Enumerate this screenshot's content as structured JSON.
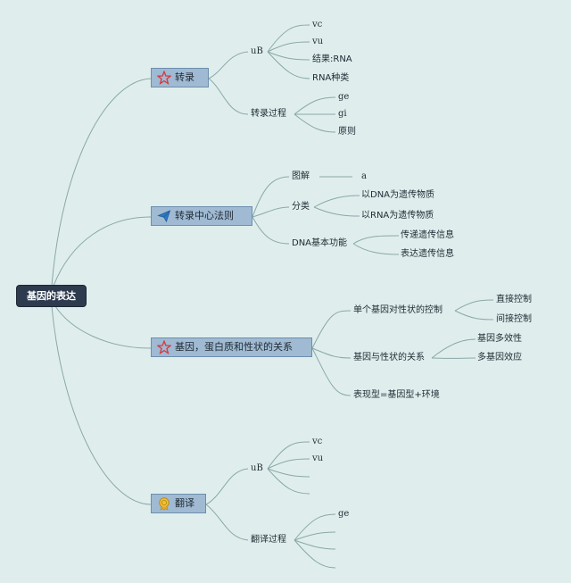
{
  "root": "基因的表达",
  "branches": {
    "zhuanlu": {
      "label": "转录",
      "icon": "star-icon",
      "ub": {
        "label": "uB",
        "items": [
          "vc",
          "vu",
          "结果:RNA",
          "RNA种类"
        ]
      },
      "process": {
        "label": "转录过程",
        "items": [
          "ge",
          "gi",
          "原则"
        ]
      }
    },
    "central": {
      "label": "转录中心法则",
      "icon": "paper-plane-icon",
      "tujie": {
        "label": "图解",
        "value": "a"
      },
      "fenlei": {
        "label": "分类",
        "items": [
          "以DNA为遗传物质",
          "以RNA为遗传物质"
        ]
      },
      "dna": {
        "label": "DNA基本功能",
        "items": [
          "传递遗传信息",
          "表达遗传信息"
        ]
      }
    },
    "gene": {
      "label": "基因，蛋白质和性状的关系",
      "icon": "star-icon",
      "control": {
        "label": "单个基因对性状的控制",
        "items": [
          "直接控制",
          "间接控制"
        ]
      },
      "relation": {
        "label": "基因与性状的关系",
        "items": [
          "基因多效性",
          "多基因效应"
        ]
      },
      "phenotype": "表现型=基因型+环境"
    },
    "fanyi": {
      "label": "翻译",
      "icon": "medal-icon",
      "ub": {
        "label": "uB",
        "items": [
          "vc",
          "vu"
        ]
      },
      "process": {
        "label": "翻译过程",
        "items": [
          "ge"
        ]
      }
    }
  },
  "colors": {
    "background": "#dfeeed",
    "branch_fill": "#9fbad2",
    "root_fill": "#2e3b4e",
    "line": "#8aa8a6",
    "star": "#d9363e"
  }
}
